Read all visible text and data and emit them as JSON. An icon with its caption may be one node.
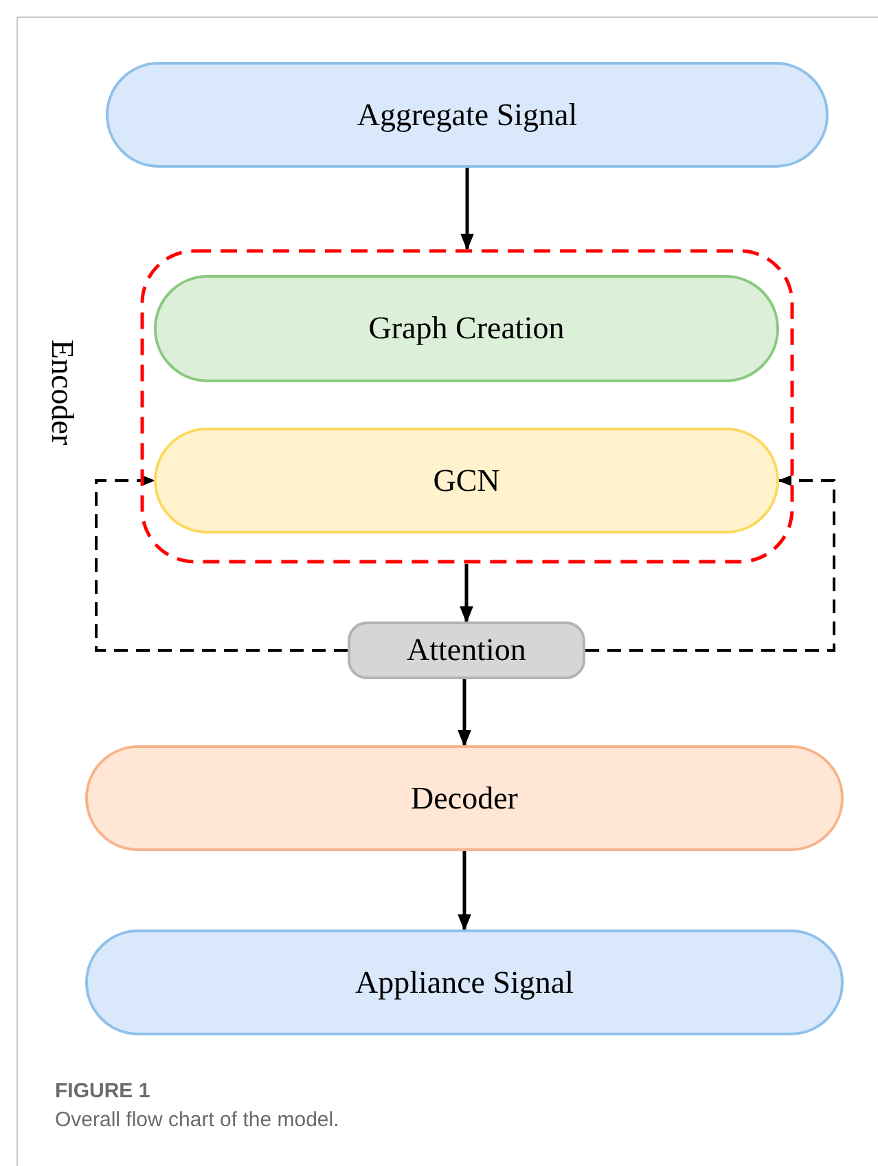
{
  "diagram": {
    "title": "FIGURE 1",
    "caption": "Overall flow chart of the model.",
    "nodes": [
      {
        "text": [
          "Aggregate Signal"
        ]
      },
      {
        "text": [
          "Encoder"
        ]
      },
      {
        "text": [
          "Graph Creation"
        ],
        "in": 1
      },
      {
        "text": [
          "GCN"
        ],
        "in": 1
      },
      {
        "text": [
          "Attention"
        ]
      },
      {
        "text": [
          "Decoder"
        ]
      },
      {
        "text": [
          "Appliance Signal"
        ]
      }
    ],
    "edges": [
      {
        "from": 0,
        "to": 1,
        "arrow": "to"
      },
      {
        "from": 1,
        "to": 4,
        "arrow": "to"
      },
      {
        "from": 4,
        "to": 3,
        "arrow": "to",
        "style": "dashed"
      },
      {
        "from": 4,
        "to": 3,
        "arrow": "to",
        "style": "dashed"
      },
      {
        "from": 4,
        "to": 5,
        "arrow": "to"
      },
      {
        "from": 5,
        "to": 6,
        "arrow": "to"
      }
    ]
  }
}
